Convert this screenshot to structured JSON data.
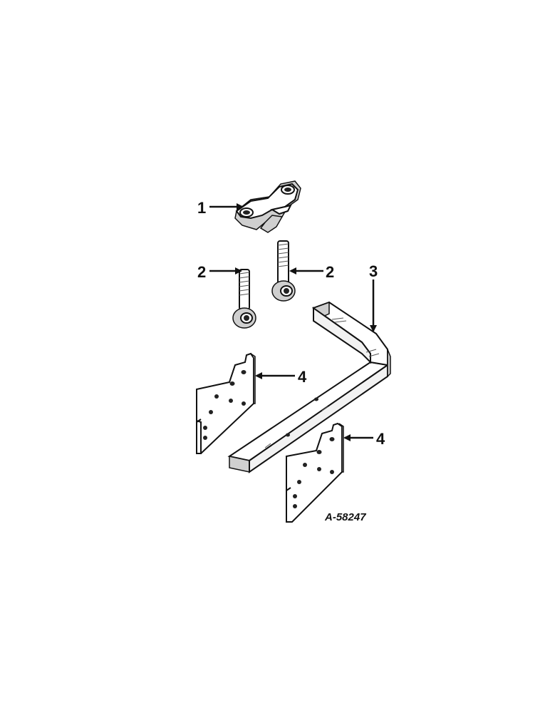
{
  "figure_id": "A-58247",
  "callouts": [
    {
      "label": "1"
    },
    {
      "label": "2"
    },
    {
      "label": "2"
    },
    {
      "label": "3"
    },
    {
      "label": "4"
    },
    {
      "label": "4"
    }
  ],
  "colors": {
    "ink": "#111111",
    "background": "#ffffff",
    "shading": "#cfcfcf"
  }
}
